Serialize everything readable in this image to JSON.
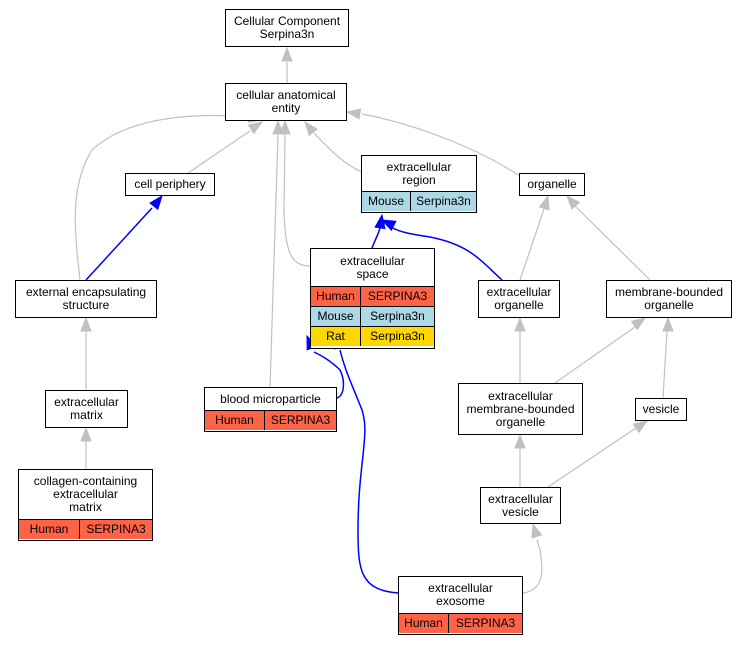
{
  "colors": {
    "human": "#ff6347",
    "mouse": "#add8e6",
    "rat": "#ffd700",
    "edge_gray": "#c0c0c0",
    "edge_blue": "#0000ff"
  },
  "nodes": {
    "root": {
      "label": "Cellular Component\nSerpina3n",
      "rows": []
    },
    "cae": {
      "label": "cellular anatomical\nentity",
      "rows": []
    },
    "periphery": {
      "label": "cell periphery",
      "rows": []
    },
    "ecregion": {
      "label": "extracellular\nregion",
      "rows": [
        {
          "org": "Mouse",
          "gene": "Serpina3n",
          "color": "mouse"
        }
      ]
    },
    "organelle": {
      "label": "organelle",
      "rows": []
    },
    "ecspace": {
      "label": "extracellular\nspace",
      "rows": [
        {
          "org": "Human",
          "gene": "SERPINA3",
          "color": "human"
        },
        {
          "org": "Mouse",
          "gene": "Serpina3n",
          "color": "mouse"
        },
        {
          "org": "Rat",
          "gene": "Serpina3n",
          "color": "rat"
        }
      ]
    },
    "extencap": {
      "label": "external encapsulating\nstructure",
      "rows": []
    },
    "ecorganelle": {
      "label": "extracellular\norganelle",
      "rows": []
    },
    "mborganelle": {
      "label": "membrane-bounded\norganelle",
      "rows": []
    },
    "ecmatrix": {
      "label": "extracellular\nmatrix",
      "rows": []
    },
    "bloodmp": {
      "label": "blood microparticle",
      "rows": [
        {
          "org": "Human",
          "gene": "SERPINA3",
          "color": "human"
        }
      ]
    },
    "ecmborganelle": {
      "label": "extracellular\nmembrane-bounded\norganelle",
      "rows": []
    },
    "vesicle": {
      "label": "vesicle",
      "rows": []
    },
    "collagen": {
      "label": "collagen-containing\nextracellular\nmatrix",
      "rows": [
        {
          "org": "Human",
          "gene": "SERPINA3",
          "color": "human"
        }
      ]
    },
    "ecvesicle": {
      "label": "extracellular\nvesicle",
      "rows": []
    },
    "exosome": {
      "label": "extracellular\nexosome",
      "rows": [
        {
          "org": "Human",
          "gene": "SERPINA3",
          "color": "human"
        }
      ]
    }
  },
  "edges": [
    {
      "from": "cae",
      "to": "root",
      "color": "gray"
    },
    {
      "from": "periphery",
      "to": "cae",
      "color": "gray"
    },
    {
      "from": "ecregion",
      "to": "cae",
      "color": "gray"
    },
    {
      "from": "organelle",
      "to": "cae",
      "color": "gray"
    },
    {
      "from": "extencap",
      "to": "cae",
      "color": "gray"
    },
    {
      "from": "ecspace",
      "to": "cae",
      "color": "gray"
    },
    {
      "from": "bloodmp",
      "to": "cae",
      "color": "gray"
    },
    {
      "from": "extencap",
      "to": "periphery",
      "color": "blue"
    },
    {
      "from": "ecmatrix",
      "to": "extencap",
      "color": "gray"
    },
    {
      "from": "collagen",
      "to": "ecmatrix",
      "color": "gray"
    },
    {
      "from": "ecspace",
      "to": "ecregion",
      "color": "blue"
    },
    {
      "from": "ecorganelle",
      "to": "ecregion",
      "color": "blue"
    },
    {
      "from": "ecorganelle",
      "to": "organelle",
      "color": "gray"
    },
    {
      "from": "mborganelle",
      "to": "organelle",
      "color": "gray"
    },
    {
      "from": "bloodmp",
      "to": "ecspace",
      "color": "blue"
    },
    {
      "from": "exosome",
      "to": "ecspace",
      "color": "blue"
    },
    {
      "from": "ecmborganelle",
      "to": "ecorganelle",
      "color": "gray"
    },
    {
      "from": "ecmborganelle",
      "to": "mborganelle",
      "color": "gray"
    },
    {
      "from": "vesicle",
      "to": "mborganelle",
      "color": "gray"
    },
    {
      "from": "ecvesicle",
      "to": "ecmborganelle",
      "color": "gray"
    },
    {
      "from": "ecvesicle",
      "to": "vesicle",
      "color": "gray"
    },
    {
      "from": "exosome",
      "to": "ecvesicle",
      "color": "gray"
    }
  ]
}
